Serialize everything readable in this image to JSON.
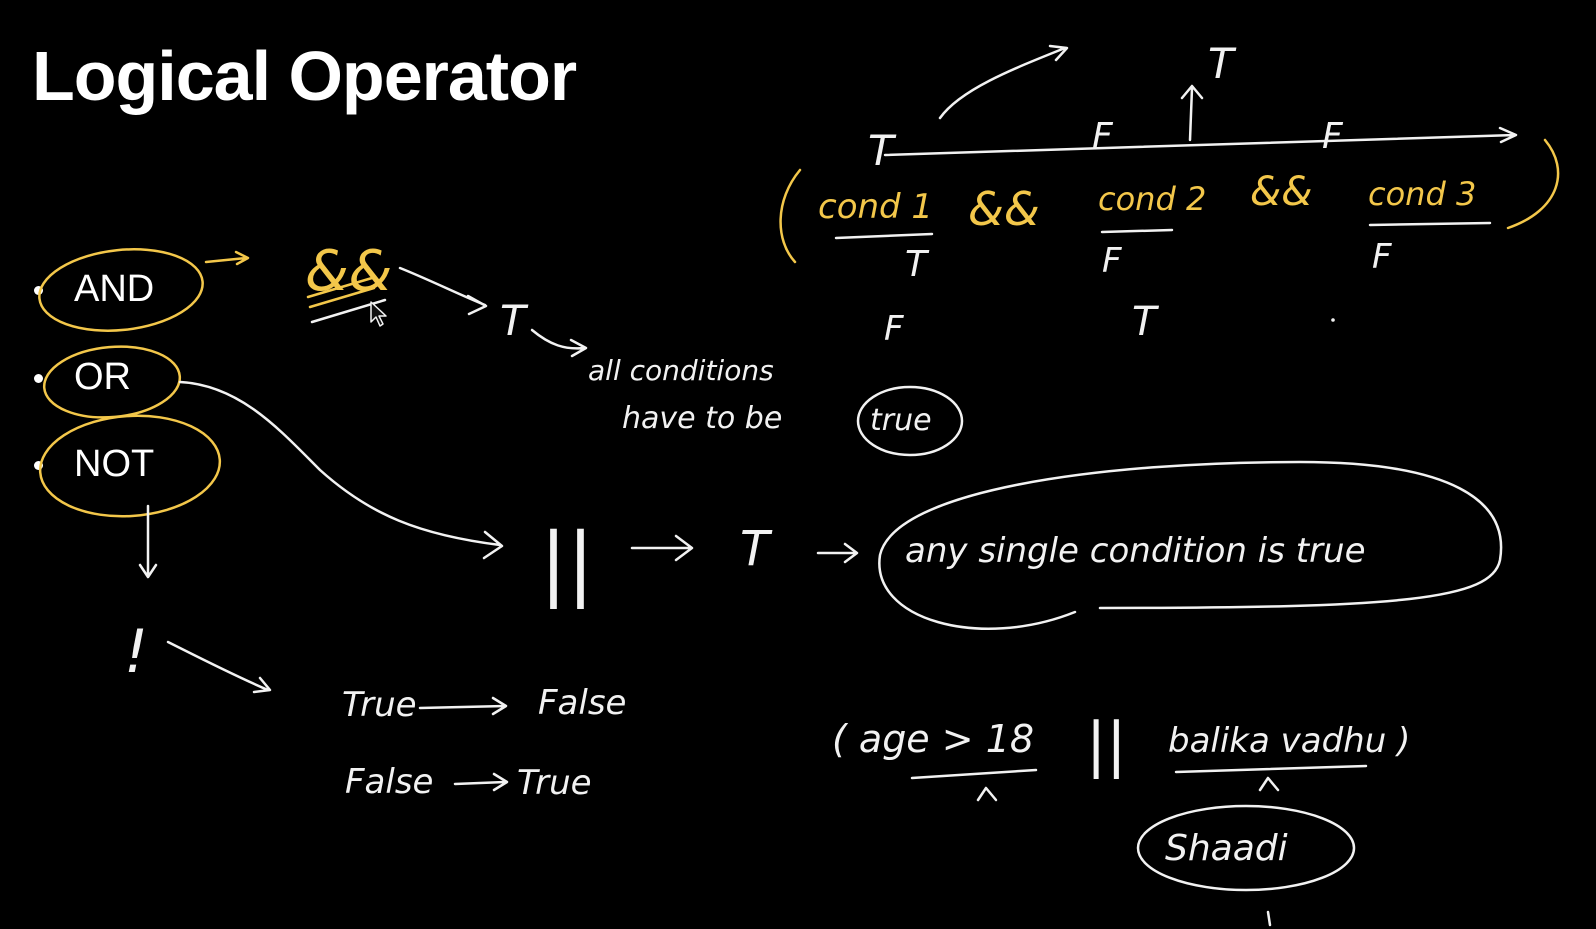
{
  "slide": {
    "title": "Logical Operator",
    "bullets": [
      "AND",
      "OR",
      "NOT"
    ]
  },
  "colors": {
    "background": "#000000",
    "chalk_white": "#f2f2f2",
    "highlight_yellow": "#f3c74a"
  },
  "annotations": {
    "and_symbol": "&&",
    "and_result": "T",
    "and_note_line1": "all conditions",
    "and_note_line2": "have to be",
    "and_note_word": "true",
    "or_symbol": "||",
    "or_result": "T",
    "or_note": "any single condition is true",
    "not_symbol": "!",
    "not_row1_in": "True",
    "not_row1_out": "False",
    "not_row2_in": "False",
    "not_row2_out": "True",
    "cond_open": "(",
    "cond1": "cond 1",
    "cond_and1": "&&",
    "cond2": "cond 2",
    "cond_and2": "&&",
    "cond3": "cond 3",
    "cond_close": ")",
    "top_t1": "T",
    "top_f2": "F",
    "top_f3": "F",
    "top_t_up": "T",
    "under_t1": "T",
    "under_f2": "F",
    "under_f3": "F",
    "row_f1": "F",
    "row_t2": "T",
    "example_expr_left": "( age > 18",
    "example_or": "||",
    "example_expr_right": "balika vadhu )",
    "example_shaadi": "Shaadi"
  }
}
